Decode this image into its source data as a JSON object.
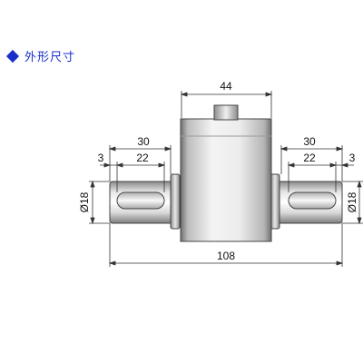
{
  "section": {
    "title": "外形尺寸"
  },
  "icons": {
    "bullet": "diamond-icon"
  },
  "colors": {
    "accent": "#1a2fc8"
  },
  "dimensions": {
    "body_width": "44",
    "left_shaft_length": "30",
    "left_keyway_offset": "3",
    "left_keyway_length": "22",
    "right_shaft_length": "30",
    "right_keyway_length": "22",
    "right_keyway_offset": "3",
    "left_diameter": "Ø18",
    "right_diameter": "Ø18",
    "overall_length": "108"
  }
}
